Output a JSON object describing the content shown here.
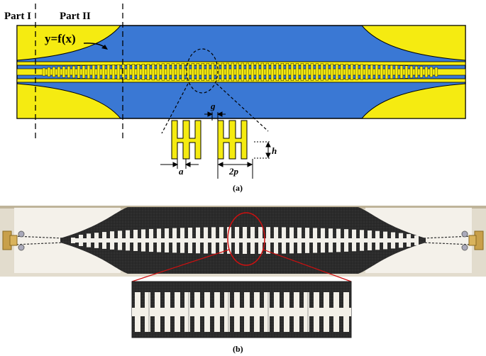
{
  "figure_a": {
    "part_labels": [
      "Part I",
      "Part II"
    ],
    "curve_label": "y=f(x)",
    "dimensions": {
      "g": "g",
      "h": "h",
      "a": "a",
      "two_p": "2p"
    },
    "caption": "(a)",
    "colors": {
      "substrate": "#3a78d4",
      "metal": "#f5eb11",
      "outline": "#000000"
    }
  },
  "figure_b": {
    "caption": "(b)",
    "colors": {
      "board": "#e9e4d8",
      "ground": "#2a2a2a",
      "trace": "#f2f0ea",
      "highlight": "#d01010",
      "connector": "#c8a04a"
    }
  }
}
